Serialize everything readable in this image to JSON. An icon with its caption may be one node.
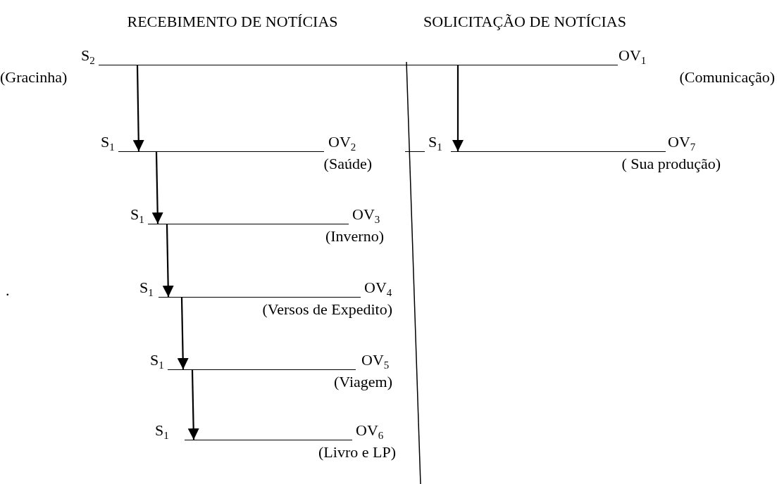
{
  "diagram": {
    "nodes": [
      {
        "text": [
          "S$_{2}$",
          "OV$_{1}$"
        ],
        "beside": [
          "(Gracinha)",
          "(Comunicação)"
        ]
      },
      {
        "text": [
          "S$_{1}$",
          "OV$_{2}$"
        ],
        "beside": [
          "(Saúde)"
        ]
      },
      {
        "text": [
          "S$_{1}$",
          "OV$_{3}$"
        ],
        "beside": [
          "(Inverno)"
        ]
      },
      {
        "text": [
          "S$_{1}$",
          "OV$_{4}$"
        ],
        "beside": [
          "(Versos de Expedito)"
        ]
      },
      {
        "text": [
          "S$_{1}$",
          "OV$_{5}$"
        ],
        "beside": [
          "(Viagem)"
        ]
      },
      {
        "text": [
          "S$_{1}$",
          "OV$_{6}$"
        ],
        "beside": [
          "(Livro e LP)"
        ]
      },
      {
        "text": [
          "S$_{1}$",
          "OV$_{7}$"
        ],
        "beside": [
          "( Sua produção)"
        ]
      }
    ],
    "edges": [
      {
        "from": 0,
        "to": 1,
        "arrow": "to"
      },
      {
        "from": 1,
        "to": 2,
        "arrow": "to"
      },
      {
        "from": 2,
        "to": 3,
        "arrow": "to"
      },
      {
        "from": 3,
        "to": 4,
        "arrow": "to"
      },
      {
        "from": 4,
        "to": 5,
        "arrow": "to"
      },
      {
        "from": 0,
        "to": 6,
        "arrow": "to"
      }
    ],
    "labels": [
      "RECEBIMENTO DE NOTÍCIAS",
      "SOLICITAÇÃO DE NOTÍCIAS",
      "."
    ]
  }
}
